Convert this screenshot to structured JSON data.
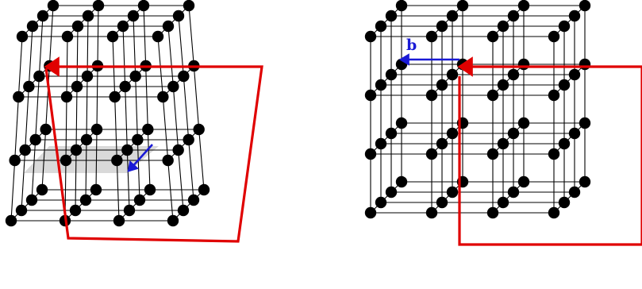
{
  "colors": {
    "circuit": "#e00000",
    "vector": "#1a1ad6",
    "atom": "#000000",
    "plane": "#d2d2d2"
  },
  "diagrams": [
    {
      "id": "dislocated-crystal",
      "label": ""
    },
    {
      "id": "perfect-crystal",
      "label": ""
    }
  ],
  "burgers_vector": {
    "label": "b"
  }
}
